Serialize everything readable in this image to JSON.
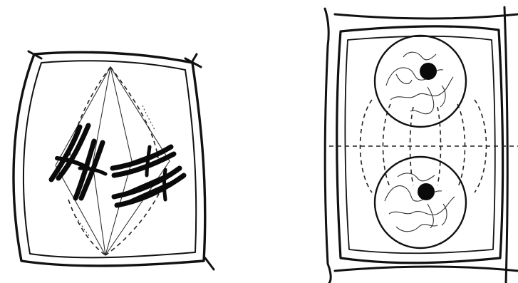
{
  "figure": {
    "panels": [
      {
        "id": "left",
        "subject": "plant-cell-metaphase"
      },
      {
        "id": "right",
        "subject": "plant-cell-telophase"
      }
    ],
    "colors": {
      "background": "#ffffff",
      "ink": "#111111",
      "chromosome": "#0a0a0a"
    }
  }
}
